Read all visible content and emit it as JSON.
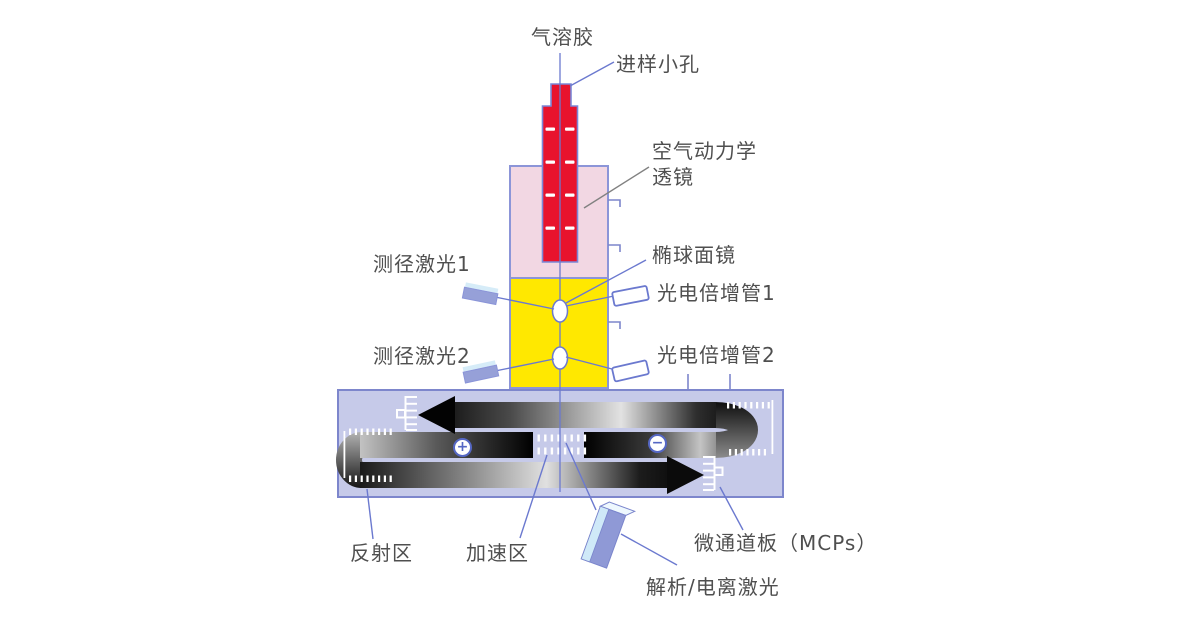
{
  "labels": {
    "aerosol": "气溶胶",
    "inlet_orifice": "进样小孔",
    "aero_lens_line1": "空气动力学",
    "aero_lens_line2": "透镜",
    "ellipsoidal_mirror": "椭球面镜",
    "pmt1": "光电倍增管1",
    "pmt2": "光电倍增管2",
    "sizing_laser1": "测径激光1",
    "sizing_laser2": "测径激光2",
    "reflection_region": "反射区",
    "acceleration_region": "加速区",
    "mcp": "微通道板（MCPs）",
    "desorption_laser": "解析/电离激光"
  },
  "symbols": {
    "plus": "+",
    "minus": "−"
  },
  "colors": {
    "inlet_red": "#e8132d",
    "lens_pink": "#f2d7e3",
    "sizing_yellow": "#ffe800",
    "chamber_purple": "#c6cae9",
    "outline_blue": "#7d86cc",
    "leader_blue": "#6b79cf",
    "leader_gray": "#818181",
    "laser_body": "#96a0d8",
    "laser_face": "#cfe9f8",
    "arrow_dark": "#0a0a0a",
    "arrow_light": "#e0e0e0",
    "text": "#4f4f4f"
  }
}
